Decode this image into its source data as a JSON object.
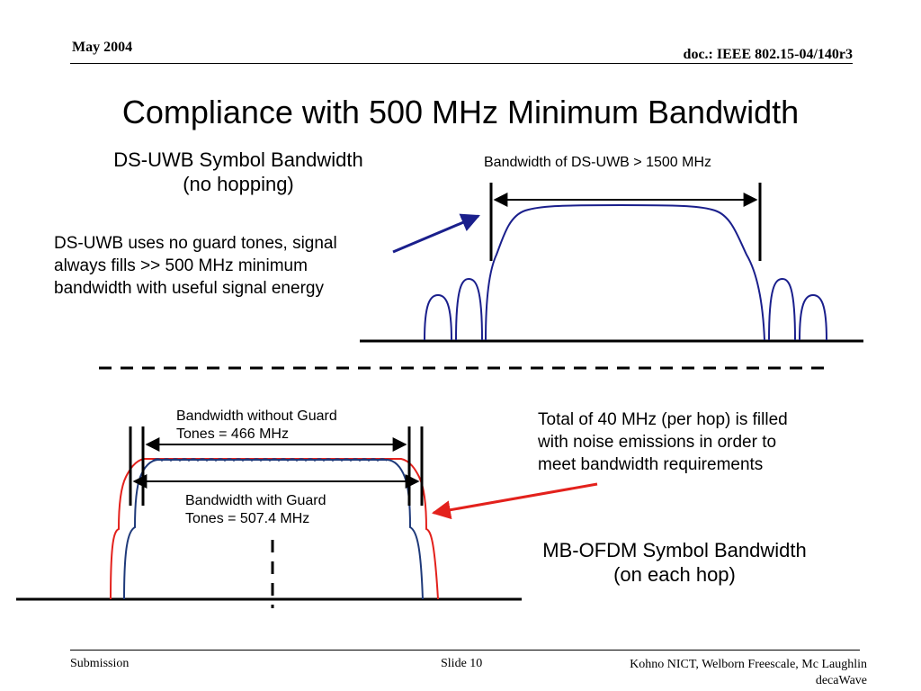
{
  "header": {
    "date": "May 2004",
    "doc_id": "doc.: IEEE 802.15-04/140r3"
  },
  "title": "Compliance with 500 MHz Minimum Bandwidth",
  "ds_uwb": {
    "heading": "DS-UWB Symbol Bandwidth",
    "subheading": "(no hopping)",
    "description_lines": [
      "DS-UWB uses no guard tones, signal",
      "always fills >> 500 MHz minimum",
      "bandwidth with useful signal energy"
    ],
    "bandwidth_label": "Bandwidth of DS-UWB > 1500 MHz"
  },
  "mb_ofdm": {
    "heading": "MB-OFDM Symbol Bandwidth",
    "subheading": "(on each hop)",
    "no_guard_label_lines": [
      "Bandwidth without Guard",
      "Tones = 466 MHz"
    ],
    "guard_label_lines": [
      "Bandwidth with Guard",
      "Tones = 507.4 MHz"
    ],
    "noise_note_lines": [
      "Total of 40 MHz (per hop) is filled",
      "with noise emissions in order to",
      "meet bandwidth requirements"
    ]
  },
  "footer": {
    "left": "Submission",
    "slide": "Slide 10",
    "authors_lines": [
      "Kohno NICT, Welborn Freescale, Mc Laughlin",
      "decaWave"
    ]
  },
  "colors": {
    "ds_curve": "#1a1f8c",
    "mb_blue_curve": "#1f3a7a",
    "mb_red_curve": "#e3211c",
    "pointer_blue": "#1a1f8c",
    "pointer_red": "#e3211c"
  }
}
